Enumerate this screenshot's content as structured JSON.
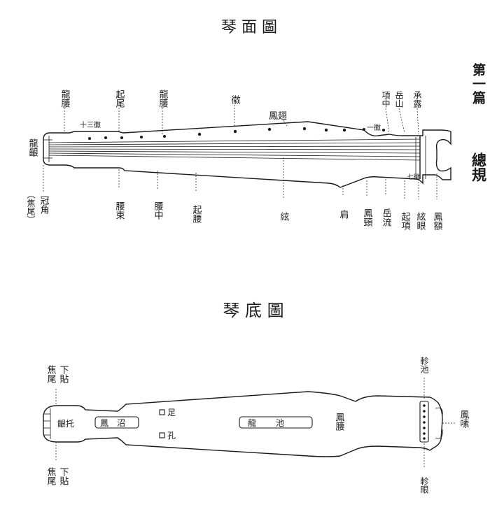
{
  "top_diagram": {
    "title": "琴 面 圖",
    "side_heading_1": "第一篇",
    "side_heading_2": "總規",
    "labels": {
      "longyin": "龍齦",
      "guanjiao": "冠角",
      "jiaowei": "（焦尾）",
      "longyao_top": "龍腰",
      "shisanhui": "十三徽",
      "qiwei": "起尾",
      "longyao2": "龍腰",
      "hui": "徽",
      "fengchi": "鳳翅",
      "xiangzhong": "項中",
      "yuemshan": "岳山",
      "chenglu": "承露",
      "yihui": "一徽",
      "yaoshu": "腰束",
      "yaozhong": "腰中",
      "qiyao": "起腰",
      "xian": "絃",
      "jian": "肩",
      "fengjing": "鳳頸",
      "yueliu": "岳流",
      "qixiang": "起項",
      "xianyan": "絃眼",
      "fenge": "鳳額",
      "qihui": "七徽"
    }
  },
  "bottom_diagram": {
    "title": "琴 底 圖",
    "labels": {
      "jiaowei_top": "焦尾",
      "xiatie_top": "下貼",
      "yinzhen": "齦托",
      "fengzhao": "鳳沼",
      "zu": "足",
      "kong": "孔",
      "longchi": "龍池",
      "fengyao": "鳳腰",
      "zhenchi": "軫池",
      "fengshe": "鳳嗉",
      "zhenyan": "軫眼",
      "jiaowei_bottom": "焦尾",
      "xiatie_bottom": "下貼"
    }
  }
}
